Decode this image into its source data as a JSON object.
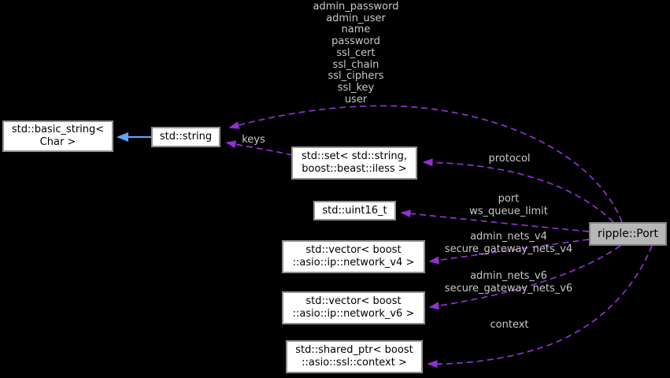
{
  "diagram": {
    "kind": "doxygen-collaboration-graph",
    "colors": {
      "background": "#000000",
      "usage_edge": "#9230d2",
      "inheritance_edge": "#61a6f5",
      "node_fill": "#ffffff",
      "node_border": "#909090",
      "focus_node_fill": "#b7b7b7",
      "edge_label_text": "#c9c9c9"
    },
    "nodes": {
      "basic_string": {
        "label": "std::basic_string<\nChar >"
      },
      "string": {
        "label": "std::string"
      },
      "set": {
        "label": "std::set< std::string,\nboost::beast::iless >"
      },
      "uint16": {
        "label": "std::uint16_t"
      },
      "vector_v4": {
        "label": "std::vector< boost\n::asio::ip::network_v4 >"
      },
      "vector_v6": {
        "label": "std::vector< boost\n::asio::ip::network_v6 >"
      },
      "shared_ptr": {
        "label": "std::shared_ptr< boost\n::asio::ssl::context >"
      },
      "port": {
        "label": "ripple::Port"
      }
    },
    "edge_labels": {
      "string_members": "admin_password\nadmin_user\nname\npassword\nssl_cert\nssl_chain\nssl_ciphers\nssl_key\nuser",
      "keys": "keys",
      "protocol": "protocol",
      "port_members": "port\nws_queue_limit",
      "v4_members": "admin_nets_v4\nsecure_gateway_nets_v4",
      "v6_members": "admin_nets_v6\nsecure_gateway_nets_v6",
      "context": "context"
    }
  }
}
